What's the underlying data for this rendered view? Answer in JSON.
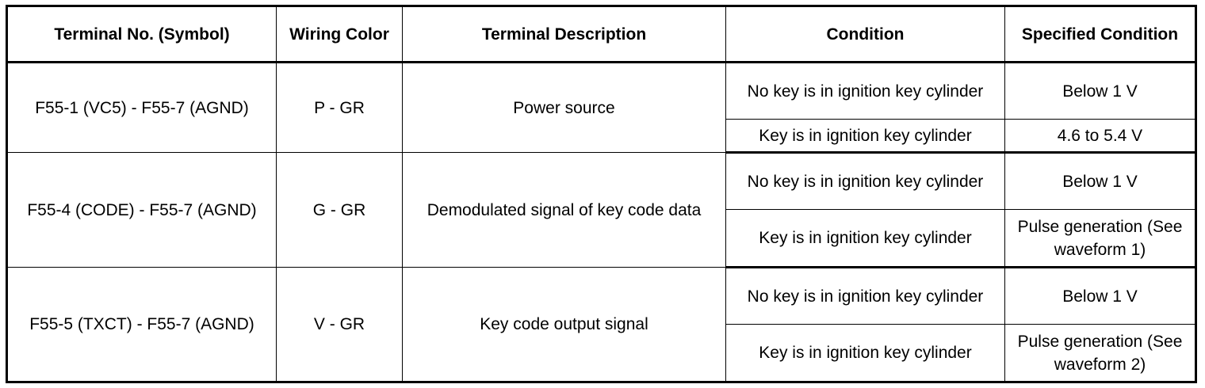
{
  "table": {
    "headers": [
      "Terminal No. (Symbol)",
      "Wiring Color",
      "Terminal Description",
      "Condition",
      "Specified Condition"
    ],
    "rows": [
      {
        "terminal": "F55-1 (VC5) - F55-7 (AGND)",
        "wiring": "P - GR",
        "description": "Power source",
        "conditions": [
          {
            "condition": "No key is in ignition key cylinder",
            "specified": "Below 1 V"
          },
          {
            "condition": "Key is in ignition key cylinder",
            "specified": "4.6 to 5.4 V"
          }
        ]
      },
      {
        "terminal": "F55-4 (CODE) - F55-7 (AGND)",
        "wiring": "G - GR",
        "description": "Demodulated signal of key code data",
        "conditions": [
          {
            "condition": "No key is in ignition key cylinder",
            "specified": "Below 1 V"
          },
          {
            "condition": "Key is in ignition key cylinder",
            "specified": "Pulse generation (See waveform 1)"
          }
        ]
      },
      {
        "terminal": "F55-5 (TXCT) - F55-7 (AGND)",
        "wiring": "V - GR",
        "description": "Key code output signal",
        "conditions": [
          {
            "condition": "No key is in ignition key cylinder",
            "specified": "Below 1 V"
          },
          {
            "condition": "Key is in ignition key cylinder",
            "specified": "Pulse generation (See waveform 2)"
          }
        ]
      }
    ]
  }
}
